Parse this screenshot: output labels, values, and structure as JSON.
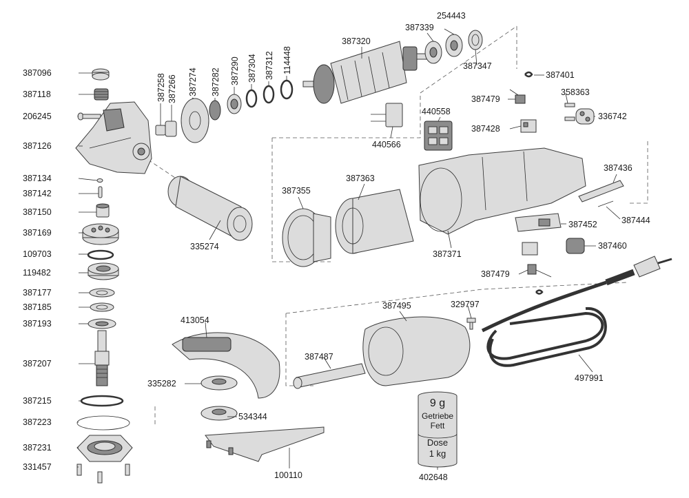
{
  "labels": {
    "p387096": "387096",
    "p387118": "387118",
    "p206245": "206245",
    "p387126": "387126",
    "p387134": "387134",
    "p387142": "387142",
    "p387150": "387150",
    "p387169": "387169",
    "p109703": "109703",
    "p119482": "119482",
    "p387177": "387177",
    "p387185": "387185",
    "p387193": "387193",
    "p387207": "387207",
    "p387215": "387215",
    "p387223": "387223",
    "p387231": "387231",
    "p331457": "331457",
    "p387258": "387258",
    "p387266": "387266",
    "p387274": "387274",
    "p387282": "387282",
    "p387290": "387290",
    "p387304": "387304",
    "p387312": "387312",
    "p114448": "114448",
    "p387320": "387320",
    "p387339": "387339",
    "p254443": "254443",
    "p387347": "387347",
    "p387401": "387401",
    "p387479a": "387479",
    "p358363": "358363",
    "p440558": "440558",
    "p387428": "387428",
    "p336742": "336742",
    "p440566": "440566",
    "p387355": "387355",
    "p387363": "387363",
    "p335274": "335274",
    "p387436": "387436",
    "p387444": "387444",
    "p387452": "387452",
    "p387371": "387371",
    "p387460": "387460",
    "p387479b": "387479",
    "p413054": "413054",
    "p335282": "335282",
    "p534344": "534344",
    "p100110": "100110",
    "p387495": "387495",
    "p329797": "329797",
    "p387487": "387487",
    "p497991": "497991",
    "p402648": "402648"
  },
  "tin": {
    "top_value": "9 g",
    "top_line1": "Getriebe",
    "top_line2": "Fett",
    "bottom_line1": "Dose",
    "bottom_line2": "1 kg"
  }
}
